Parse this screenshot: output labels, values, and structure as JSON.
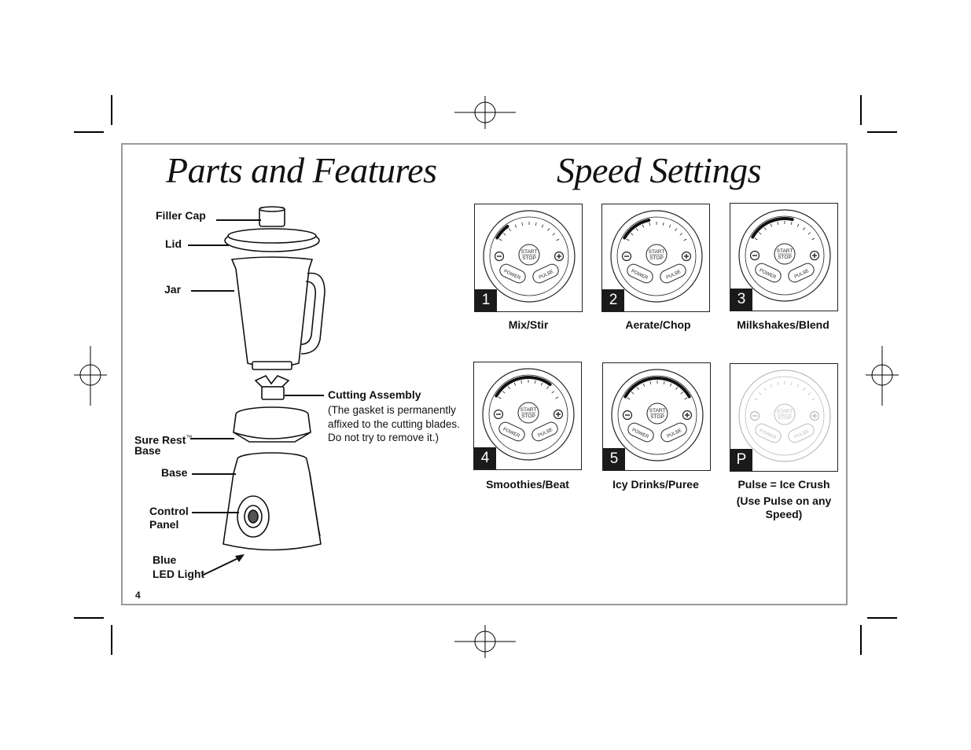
{
  "titles": {
    "parts": "Parts and Features",
    "speed": "Speed Settings"
  },
  "parts": {
    "filler_cap": "Filler Cap",
    "lid": "Lid",
    "jar": "Jar",
    "cutting_assembly": "Cutting Assembly",
    "cutting_note_1": "(The gasket is permanently",
    "cutting_note_2": "affixed to the cutting blades.",
    "cutting_note_3": "Do not try to remove it.)",
    "sure_rest": "Sure Rest",
    "sure_rest_tm": "™",
    "sure_rest_base": "Base",
    "base": "Base",
    "control_panel_1": "Control",
    "control_panel_2": "Panel",
    "led_1": "Blue",
    "led_2": "LED Light"
  },
  "dial_text": {
    "start": "START",
    "stop": "STOP",
    "power": "POWER",
    "pulse": "PULSE",
    "minus": "−",
    "plus": "+"
  },
  "speeds": [
    {
      "badge": "1",
      "caption": "Mix/Stir",
      "level": 1
    },
    {
      "badge": "2",
      "caption": "Aerate/Chop",
      "level": 2
    },
    {
      "badge": "3",
      "caption": "Milkshakes/Blend",
      "level": 3
    },
    {
      "badge": "4",
      "caption": "Smoothies/Beat",
      "level": 4
    },
    {
      "badge": "5",
      "caption": "Icy Drinks/Puree",
      "level": 5
    },
    {
      "badge": "P",
      "caption": "Pulse = Ice Crush",
      "level": 0
    }
  ],
  "pulse_note_1": "(Use Pulse on any",
  "pulse_note_2": "Speed)",
  "page_number": "4"
}
